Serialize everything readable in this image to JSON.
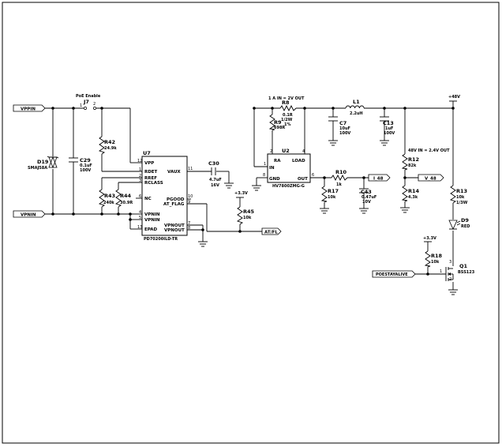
{
  "diagram": {
    "type": "schematic",
    "labels": {
      "vppin": "VPPIN",
      "vpnin": "VPNIN",
      "poe_enable": "PoE Enable",
      "j7": "J7",
      "pin1": "1",
      "pin2": "2",
      "plus48v": "+48V",
      "plus3v3_a": "+3.3V",
      "plus3v3_b": "+3.3V",
      "note_1a": "1 A IN = 2V OUT",
      "note_48v": "48V IN = 2.4V OUT",
      "net_i48": "I_48",
      "net_v48": "V_48",
      "net_atfl": "AT/FL",
      "net_poestayalive": "POESTAYALIVE"
    },
    "components": {
      "d19": {
        "ref": "D19",
        "value": "SMAJ58A"
      },
      "c29": {
        "ref": "C29",
        "value1": "0.1uF",
        "value2": "100V"
      },
      "r42": {
        "ref": "R42",
        "value": "24.9k"
      },
      "r43": {
        "ref": "R43",
        "value": "240k"
      },
      "r44": {
        "ref": "R44",
        "value": "30.9R"
      },
      "u7": {
        "ref": "U7",
        "part": "PD70200ILD-TR",
        "left_pins": [
          {
            "num": "12",
            "name": "VPP"
          },
          {
            "num": "1",
            "name": "RDET"
          },
          {
            "num": "2",
            "name": "RREF"
          },
          {
            "num": "3",
            "name": "RCLASS"
          },
          {
            "num": "6",
            "name": "NC"
          },
          {
            "num": "4",
            "name": "VPNIN"
          },
          {
            "num": "5",
            "name": "VPNIN"
          },
          {
            "num": "13",
            "name": "EPAD"
          }
        ],
        "right_pins": [
          {
            "num": "11",
            "name": "VAUX"
          },
          {
            "num": "10",
            "name": "PGOOD"
          },
          {
            "num": "9",
            "name": "AT_FLAG"
          },
          {
            "num": "7",
            "name": "VPNOUT"
          },
          {
            "num": "8",
            "name": "VPNOUT"
          }
        ]
      },
      "c30": {
        "ref": "C30",
        "value1": "4.7uF",
        "value2": "16V"
      },
      "r45": {
        "ref": "R45",
        "value": "10k"
      },
      "r8": {
        "ref": "R8",
        "value1": "0.1R",
        "value2": "1/2W",
        "value3": "1%"
      },
      "r9": {
        "ref": "R9",
        "value": "698R"
      },
      "u2": {
        "ref": "U2",
        "part": "HV7800ZMG-G",
        "pins": [
          {
            "num": "2",
            "name": "RA"
          },
          {
            "num": "4",
            "name": "LOAD"
          },
          {
            "num": "1",
            "name": "IN"
          },
          {
            "num": "8",
            "name": "GND"
          },
          {
            "num": "6",
            "name": "OUT"
          }
        ]
      },
      "c7": {
        "ref": "C7",
        "value1": "10uF",
        "value2": "100V"
      },
      "l1": {
        "ref": "L1",
        "value": "2.2uH"
      },
      "c13": {
        "ref": "C13",
        "value1": "1uF",
        "value2": "100V"
      },
      "r10": {
        "ref": "R10",
        "value": "1k"
      },
      "r17": {
        "ref": "R17",
        "value": "10k"
      },
      "c43": {
        "ref": "C43",
        "value1": "0.47uF",
        "value2": "10V"
      },
      "r12": {
        "ref": "R12",
        "value": "82k"
      },
      "r14": {
        "ref": "R14",
        "value": "4.3k"
      },
      "r13": {
        "ref": "R13",
        "value1": "10k",
        "value2": "1/3W"
      },
      "d9": {
        "ref": "D9",
        "value": "RED"
      },
      "r18": {
        "ref": "R18",
        "value": "10k"
      },
      "q1": {
        "ref": "Q1",
        "value": "BSS123",
        "pin1": "1",
        "pin2": "2",
        "pin3": "3"
      }
    }
  }
}
